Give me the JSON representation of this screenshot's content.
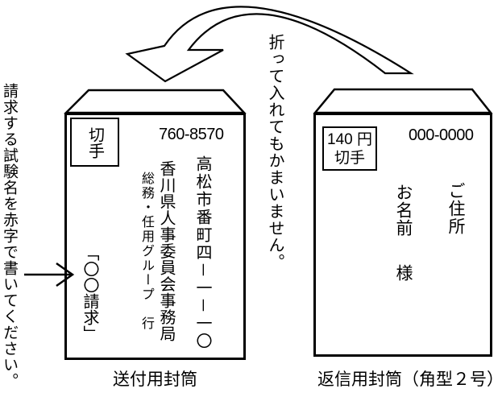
{
  "notes": {
    "side_note": "請求する試験名を赤字で書いてください。",
    "fold_note": "折って入れてもかまいません。"
  },
  "send_envelope": {
    "stamp_label": "切手",
    "postal_code": "760-8570",
    "address_line1": "高松市番町四－一－一〇",
    "address_line2": "香川県人事委員会事務局",
    "address_line3": "総務・任用グループ　行",
    "request_label": "「〇〇請求」",
    "caption": "送付用封筒"
  },
  "return_envelope": {
    "stamp_line1": "140 円",
    "stamp_line2": "切手",
    "postal_code": "000-0000",
    "address_label": "ご住所",
    "name_label": "お名前",
    "honorific": "様",
    "caption": "返信用封筒（角型２号）"
  },
  "colors": {
    "ink": "#000000",
    "background": "#ffffff"
  }
}
